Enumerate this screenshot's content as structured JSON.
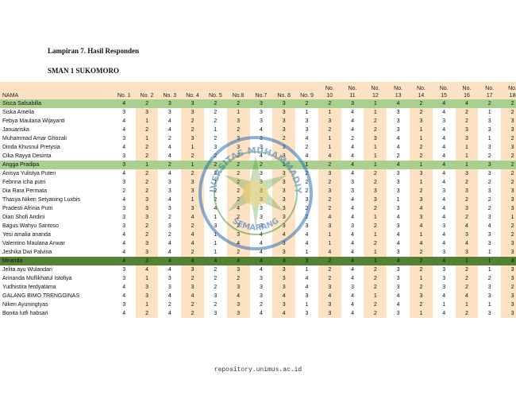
{
  "headings": {
    "appendix": "Lampiran 7. Hasil Responden",
    "school": "SMAN 1 SUKOMORO"
  },
  "columns": [
    "No. 1",
    "No. 2",
    "No. 3",
    "No. 4",
    "No. 5",
    "No.6",
    "No.7",
    "No. 8",
    "No. 9",
    "No. 10",
    "No. 11",
    "No. 12",
    "No. 13",
    "No. 14",
    "No. 15",
    "No. 16",
    "No. 17",
    "No. 18"
  ],
  "name_header": "NAMA",
  "rows": [
    {
      "name": "Sisca Salsabilla",
      "group": "green",
      "values": [
        4,
        2,
        3,
        3,
        2,
        2,
        3,
        3,
        2,
        2,
        3,
        1,
        4,
        2,
        4,
        4,
        2,
        2
      ]
    },
    {
      "name": "Siska Amelia",
      "values": [
        3,
        3,
        3,
        3,
        2,
        1,
        3,
        3,
        1,
        1,
        4,
        1,
        3,
        2,
        4,
        2,
        1,
        2
      ]
    },
    {
      "name": "Febya Maulana Wijayanti",
      "values": [
        4,
        1,
        4,
        2,
        2,
        3,
        3,
        3,
        3,
        3,
        4,
        2,
        3,
        3,
        3,
        2,
        3,
        3
      ]
    },
    {
      "name": "Januariska",
      "values": [
        4,
        2,
        4,
        2,
        1,
        2,
        4,
        3,
        3,
        2,
        4,
        2,
        3,
        1,
        4,
        3,
        3,
        3
      ]
    },
    {
      "name": "Muhammad Amar Ghozali",
      "values": [
        3,
        1,
        2,
        3,
        2,
        3,
        3,
        2,
        4,
        1,
        2,
        3,
        4,
        1,
        4,
        3,
        1,
        2
      ]
    },
    {
      "name": "Dinda Khusnul Pretysia",
      "values": [
        4,
        2,
        4,
        1,
        3,
        3,
        3,
        3,
        2,
        1,
        4,
        1,
        4,
        2,
        4,
        1,
        3,
        3
      ]
    },
    {
      "name": "Cika Rayya Desinta",
      "values": [
        3,
        2,
        4,
        2,
        2,
        2,
        4,
        3,
        4,
        4,
        4,
        1,
        2,
        2,
        4,
        1,
        2,
        2
      ]
    },
    {
      "name": "Angga Pradipa",
      "group": "green",
      "values": [
        3,
        1,
        2,
        1,
        2,
        2,
        2,
        1,
        1,
        2,
        4,
        1,
        4,
        1,
        4,
        1,
        3,
        2
      ]
    },
    {
      "name": "Anisya Yulistya Puteri",
      "values": [
        4,
        2,
        4,
        2,
        2,
        2,
        3,
        3,
        2,
        3,
        4,
        2,
        3,
        3,
        4,
        3,
        3,
        2
      ]
    },
    {
      "name": "Febrina icha putri",
      "values": [
        3,
        2,
        3,
        3,
        1,
        2,
        3,
        3,
        2,
        2,
        3,
        2,
        3,
        1,
        4,
        2,
        2,
        2
      ]
    },
    {
      "name": "Dia Rara Permata",
      "values": [
        2,
        2,
        3,
        3,
        2,
        2,
        3,
        3,
        2,
        3,
        3,
        3,
        3,
        2,
        3,
        3,
        3,
        3
      ]
    },
    {
      "name": "Thasya Niken Setyaning Luxbis",
      "values": [
        4,
        3,
        4,
        1,
        2,
        2,
        3,
        3,
        3,
        2,
        4,
        3,
        1,
        3,
        4,
        2,
        2,
        3
      ]
    },
    {
      "name": "Pradesti Afrinia Putri",
      "values": [
        3,
        3,
        3,
        3,
        4,
        4,
        3,
        3,
        2,
        2,
        4,
        2,
        3,
        4,
        4,
        3,
        2,
        3
      ]
    },
    {
      "name": "Dian Shofi Andini",
      "values": [
        3,
        3,
        2,
        4,
        1,
        2,
        3,
        3,
        2,
        4,
        4,
        1,
        4,
        3,
        4,
        2,
        3,
        1
      ]
    },
    {
      "name": "Bagus Wahyu Santoso",
      "values": [
        3,
        2,
        3,
        2,
        3,
        2,
        3,
        3,
        3,
        3,
        3,
        2,
        3,
        4,
        3,
        4,
        4,
        2
      ]
    },
    {
      "name": "Yesi amalia ananda",
      "values": [
        4,
        2,
        2,
        4,
        1,
        3,
        4,
        4,
        4,
        1,
        4,
        1,
        4,
        1,
        4,
        3,
        3,
        2
      ]
    },
    {
      "name": "Valentino Maulana Anwar",
      "values": [
        4,
        3,
        4,
        4,
        1,
        4,
        4,
        3,
        4,
        1,
        4,
        2,
        4,
        4,
        4,
        4,
        3,
        3
      ]
    },
    {
      "name": "Jeshika Dwi Palvina",
      "values": [
        4,
        3,
        4,
        2,
        1,
        2,
        4,
        3,
        1,
        4,
        4,
        1,
        3,
        2,
        3,
        3,
        1,
        3
      ]
    },
    {
      "name": "Miranda",
      "group": "dark",
      "values": [
        4,
        3,
        4,
        4,
        4,
        4,
        4,
        4,
        3,
        2,
        4,
        1,
        4,
        2,
        4,
        1,
        1,
        4
      ]
    },
    {
      "name": "Jelita ayu Wulandari",
      "values": [
        3,
        4,
        4,
        3,
        2,
        3,
        4,
        3,
        1,
        2,
        4,
        2,
        3,
        2,
        3,
        2,
        1,
        3
      ]
    },
    {
      "name": "Arinanda Muflikhatul Istofiya",
      "values": [
        3,
        1,
        3,
        2,
        2,
        2,
        3,
        3,
        4,
        2,
        4,
        2,
        3,
        1,
        3,
        2,
        2,
        3
      ]
    },
    {
      "name": "Yudhistira ferdyatama",
      "values": [
        4,
        3,
        3,
        3,
        2,
        3,
        3,
        3,
        4,
        3,
        3,
        2,
        3,
        2,
        3,
        2,
        3,
        2
      ]
    },
    {
      "name": "GALANG BIMO TRENGGINAS",
      "values": [
        4,
        3,
        4,
        4,
        3,
        4,
        3,
        4,
        3,
        4,
        4,
        1,
        4,
        3,
        4,
        4,
        3,
        3
      ]
    },
    {
      "name": "Niken Ayuningtyas",
      "values": [
        3,
        1,
        2,
        2,
        2,
        3,
        2,
        3,
        1,
        3,
        4,
        2,
        4,
        2,
        1,
        1,
        1,
        3
      ]
    },
    {
      "name": "Bonita lutfi habsari",
      "values": [
        4,
        2,
        4,
        2,
        3,
        3,
        4,
        4,
        3,
        3,
        4,
        2,
        3,
        1,
        4,
        2,
        3,
        3
      ]
    }
  ],
  "watermark": {
    "text": "UNIVERSITAS MUHAMMADIYAH SEMARANG",
    "colors": {
      "blue": "#2f6fb5",
      "green": "#4c9a3a",
      "gold": "#d9b93a"
    }
  },
  "footer": "repository.unimus.ac.id"
}
